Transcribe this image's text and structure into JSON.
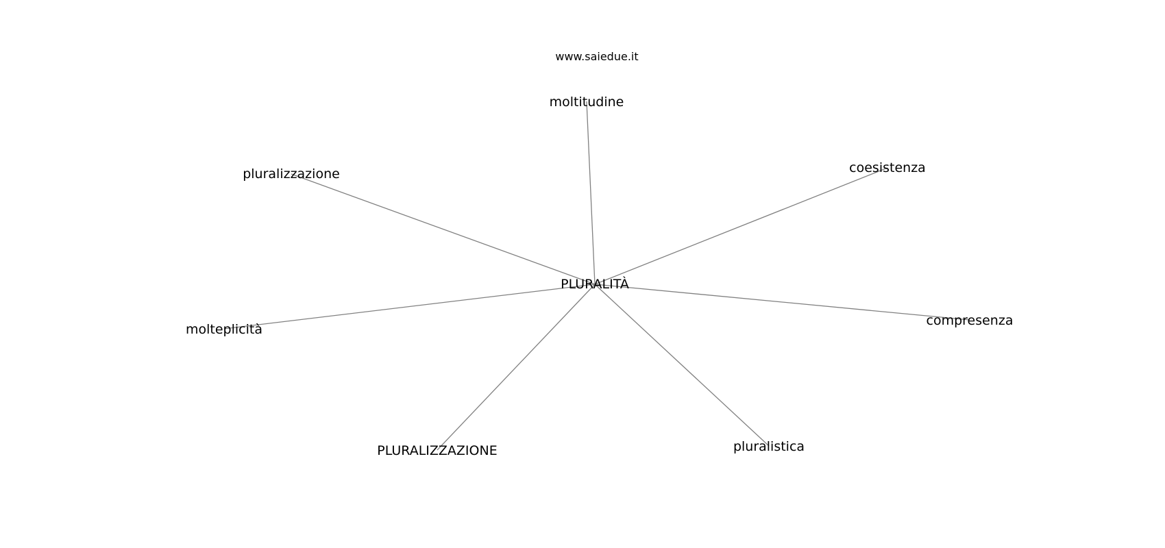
{
  "site": "www.saiedue.it",
  "center": "PLURALITÀ",
  "nodes": [
    {
      "id": "moltitudine",
      "label": "moltitudine"
    },
    {
      "id": "coesistenza",
      "label": "coesistenza"
    },
    {
      "id": "pluralizzazione",
      "label": "pluralizzazione"
    },
    {
      "id": "compresenza",
      "label": "compresenza"
    },
    {
      "id": "molteplicita",
      "label": "molteplicità"
    },
    {
      "id": "pluralistica",
      "label": "pluralistica"
    },
    {
      "id": "pluralizzazione-caps",
      "label": "PLURALIZZAZIONE"
    }
  ],
  "edges": [
    {
      "from": "center",
      "to": "moltitudine"
    },
    {
      "from": "center",
      "to": "coesistenza"
    },
    {
      "from": "center",
      "to": "pluralizzazione"
    },
    {
      "from": "center",
      "to": "compresenza"
    },
    {
      "from": "center",
      "to": "molteplicita"
    },
    {
      "from": "center",
      "to": "pluralistica"
    },
    {
      "from": "center",
      "to": "pluralizzazione-caps"
    }
  ],
  "colors": {
    "edge": "#808080",
    "text": "#000000",
    "background": "#ffffff"
  }
}
